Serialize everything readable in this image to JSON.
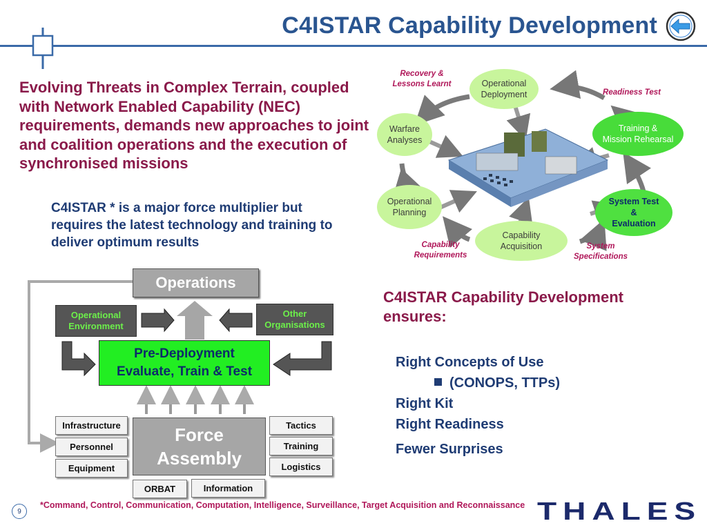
{
  "slide": {
    "title": "C4ISTAR Capability Development",
    "intro": "Evolving Threats in Complex Terrain, coupled with Network Enabled Capability (NEC) requirements, demands new approaches to joint and coalition operations and the execution of synchronised missions",
    "sub": "C4ISTAR * is a major force multiplier but requires the latest technology and training to deliver optimum results",
    "page_number": "9",
    "footnote": "*Command, Control, Communication, Computation, Intelligence, Surveillance, Target Acquisition and Reconnaissance",
    "logo": "THALES",
    "icons": [
      "back-arrow-icon",
      "corner-cross-mark-icon"
    ],
    "colors": {
      "title": "#2a5590",
      "accent_maroon": "#8a1a4a",
      "navy": "#1f3c74",
      "node_light": "#c8f59c",
      "node_dark": "#4fe040",
      "predeploy": "#22ee22"
    }
  },
  "cycle": {
    "nodes": {
      "op_deploy": "Operational\nDeployment",
      "warfare": "Warfare\nAnalyses",
      "training": "Training &\nMission Rehearsal",
      "op_planning": "Operational\nPlanning",
      "system_test": "System Test\n&\nEvaluation",
      "cap_acq": "Capability\nAcquisition"
    },
    "labels": {
      "recovery": "Recovery &\nLessons Learnt",
      "readiness": "Readiness Test",
      "cap_req": "Capability\nRequirements",
      "sys_spec": "System\nSpecifications"
    }
  },
  "ensures": {
    "heading": "C4ISTAR  Capability Development ensures:",
    "items": [
      "Right Concepts of Use",
      "(CONOPS, TTPs)",
      "Right Kit",
      "Right Readiness",
      "Fewer Surprises"
    ]
  },
  "flow": {
    "operations": "Operations",
    "op_env": "Operational\nEnvironment",
    "other_org": "Other\nOrganisations",
    "predeploy": "Pre-Deployment\nEvaluate, Train & Test",
    "force": "Force\nAssembly",
    "left_inputs": [
      "Infrastructure",
      "Personnel",
      "Equipment"
    ],
    "right_inputs": [
      "Tactics",
      "Training",
      "Logistics"
    ],
    "bottom_inputs": [
      "ORBAT",
      "Information"
    ]
  }
}
